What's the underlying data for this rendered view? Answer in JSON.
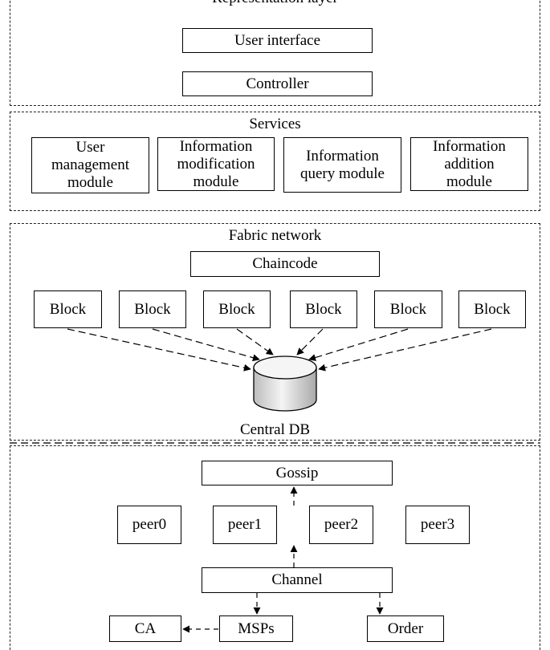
{
  "layers": {
    "representation": {
      "title": "Representation layer",
      "user_interface": "User interface",
      "controller": "Controller"
    },
    "services": {
      "title": "Services",
      "modules": [
        "User\nmanagement\nmodule",
        "Information\nmodification\nmodule",
        "Information\nquery module",
        "Information\naddition\nmodule"
      ]
    },
    "fabric": {
      "title": "Fabric network",
      "chaincode": "Chaincode",
      "blocks": [
        "Block",
        "Block",
        "Block",
        "Block",
        "Block",
        "Block"
      ],
      "central_db": "Central DB"
    },
    "network": {
      "gossip": "Gossip",
      "peers": [
        "peer0",
        "peer1",
        "peer2",
        "peer3"
      ],
      "channel": "Channel",
      "ca": "CA",
      "msps": "MSPs",
      "order": "Order"
    }
  }
}
